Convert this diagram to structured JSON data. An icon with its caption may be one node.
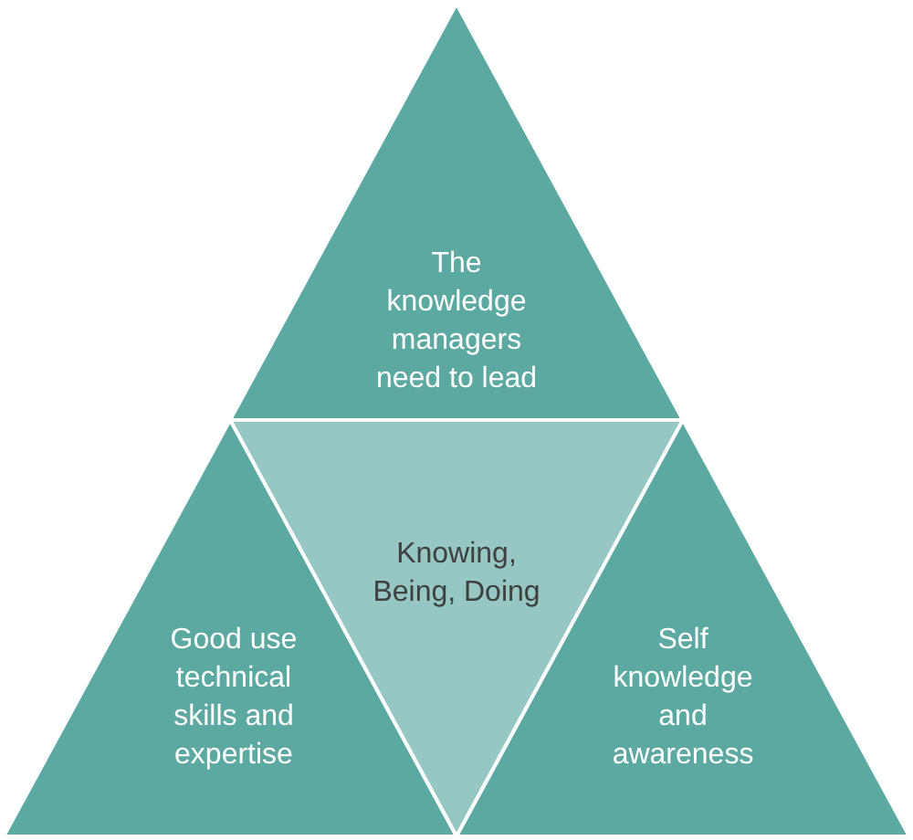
{
  "diagram": {
    "nodes": [
      {
        "text": [
          "The knowledge managers need to lead"
        ]
      },
      {
        "text": [
          "Knowing, Being, Doing"
        ]
      },
      {
        "text": [
          "Good use technical skills and expertise"
        ]
      },
      {
        "text": [
          "Self knowledge and awareness"
        ]
      }
    ]
  }
}
